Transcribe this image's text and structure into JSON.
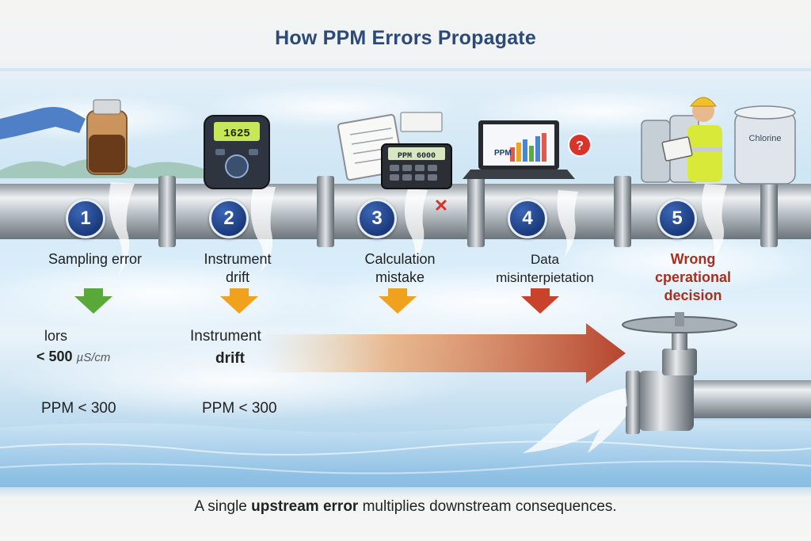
{
  "title": "How PPM Errors Propagate",
  "steps": [
    {
      "number": "1",
      "label": "Sampling error"
    },
    {
      "number": "2",
      "label_line1": "Instrument",
      "label_line2": "drift"
    },
    {
      "number": "3",
      "label_line1": "Calculation",
      "label_line2": "mistake"
    },
    {
      "number": "4",
      "label_line1": "Data",
      "label_line2": "misinterpietation"
    },
    {
      "number": "5",
      "label_line1": "Wrong",
      "label_line2": "cperational",
      "label_line3": "decision"
    }
  ],
  "displays": {
    "meter_reading": "1625",
    "calculator_reading": "PPM 6000",
    "laptop_label": "PPM",
    "tank_label": "Chlorine"
  },
  "readings": {
    "left_line1": "lors",
    "left_line2_value": "< 500",
    "left_line2_unit": "µS/cm",
    "left_ppm": "PPM < 300",
    "mid_line1": "Instrument",
    "mid_line2": "drift",
    "mid_ppm": "PPM < 300"
  },
  "caption": {
    "part1": "A single ",
    "bold": "upstream error",
    "part2": " multiplies downstream consequences."
  },
  "colors": {
    "title": "#2b4a7a",
    "badge": "#1b3a7c",
    "arrow_green": "#5aa83a",
    "arrow_orange": "#f0a21e",
    "arrow_red": "#c9432c",
    "wrong_decision": "#a5301f"
  }
}
